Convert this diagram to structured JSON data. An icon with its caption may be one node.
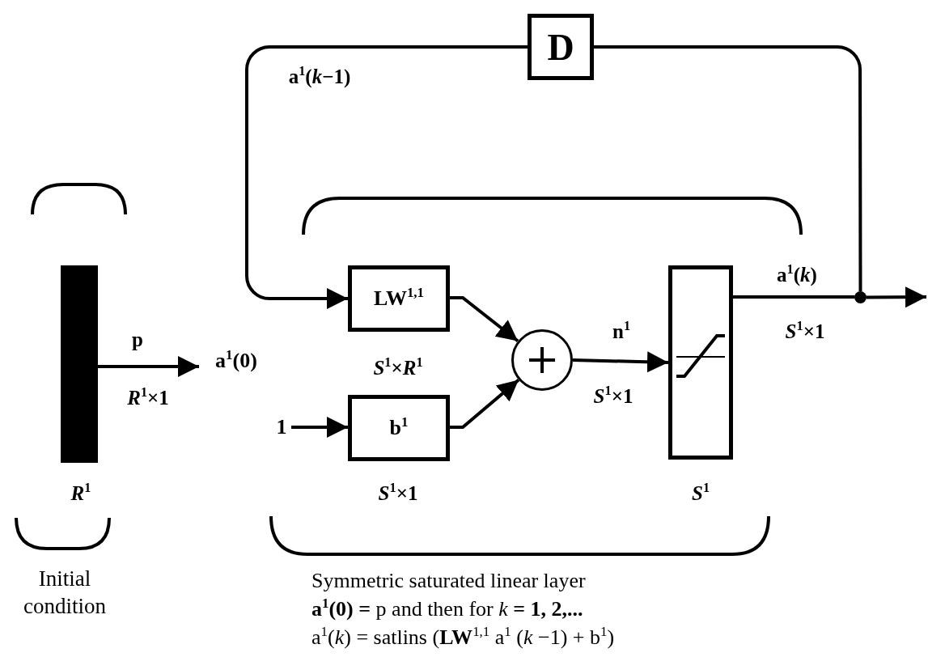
{
  "diagram": {
    "nodes": [
      {
        "text": [],
        "shape": "bar",
        "beside": [
          "*R*$^{1}$"
        ]
      },
      {
        "text": [
          "a$^{1}$(0)"
        ]
      },
      {
        "text": [
          "LW$^{1,1}$"
        ],
        "beside": [
          "*S*$^{1}$×*R*$^{1}$"
        ]
      },
      {
        "text": [
          "1"
        ]
      },
      {
        "text": [
          "b$^{1}$"
        ],
        "beside": [
          "*S*$^{1}$×1"
        ]
      },
      {
        "text": [],
        "shape": "circle"
      },
      {
        "text": [],
        "shape": "box",
        "beside": [
          "*S*$^{1}$"
        ]
      },
      {
        "text": [],
        "shape": "dot"
      },
      {
        "text": [
          "D"
        ]
      }
    ],
    "edges": [
      {
        "from": 0,
        "to": 1,
        "arrow": "to",
        "label": "p"
      },
      {
        "from": 3,
        "to": 4,
        "arrow": "to"
      },
      {
        "from": 2,
        "to": 5,
        "arrow": "to"
      },
      {
        "from": 4,
        "to": 5,
        "arrow": "to"
      },
      {
        "from": 5,
        "to": 6,
        "arrow": "to",
        "label": "n$^{1}$"
      },
      {
        "from": 6,
        "to": 7,
        "arrow": "none",
        "label": "a$^{1}$(*k*)"
      },
      {
        "from": 7,
        "to": null,
        "arrow": "to"
      },
      {
        "from": 7,
        "to": 8,
        "arrow": "none"
      },
      {
        "from": 8,
        "to": 2,
        "arrow": "to",
        "label": "a$^{1}$(*k*−1)"
      }
    ],
    "labels": [
      "*R*$^{1}$×1",
      "*S*$^{1}$×1",
      "*S*$^{1}$×1",
      "Initial condition",
      "Symmetric saturated linear layer",
      "**a$^{1}$(0) =** p and then for *k* **= 1, 2,...**",
      "a$^{1}$(*k*) = satlins (**LW**$^{1,1}$ a$^{1}$ (*k* −1) + b$^{1}$)"
    ]
  }
}
